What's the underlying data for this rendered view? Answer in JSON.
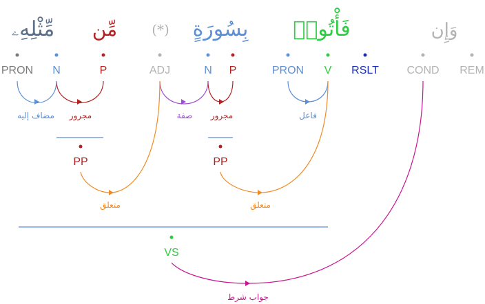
{
  "colors": {
    "gray": "#b3b3b3",
    "darkgray": "#7a7a7a",
    "blue": "#5b8fd6",
    "darkblue": "#1a2bb8",
    "red": "#b22222",
    "green": "#2ecc40",
    "purple": "#9b4fd1",
    "orange": "#f08a24",
    "magenta": "#c8168f",
    "slate": "#5a6f8a"
  },
  "words": {
    "w1": "وَإِن",
    "w2": "فَأْتُوا۟",
    "w3": "بِسُورَةٍ",
    "w4": "(*)",
    "w5": "مِّن",
    "w6": "مِّثْلِهِۦ"
  },
  "tags": {
    "rem": "REM",
    "cond": "COND",
    "rslt": "RSLT",
    "v": "V",
    "pron1": "PRON",
    "p1": "P",
    "n1": "N",
    "adj": "ADJ",
    "p2": "P",
    "n2": "N",
    "pron2": "PRON",
    "pp1": "PP",
    "pp2": "PP",
    "vs": "VS"
  },
  "relations": {
    "fail": "فاعل",
    "majrur1": "مجرور",
    "sifa": "صفة",
    "majrur2": "مجرور",
    "mudaf": "مضاف إليه",
    "mutaalliq1": "متعلق",
    "mutaalliq2": "متعلق",
    "jawab": "جواب شرط"
  }
}
